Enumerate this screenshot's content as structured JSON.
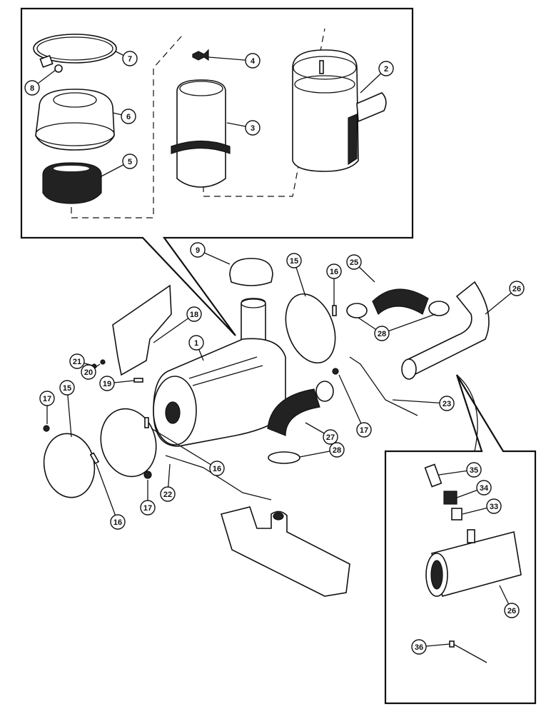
{
  "callouts": [
    {
      "label": "1"
    },
    {
      "label": "2"
    },
    {
      "label": "3"
    },
    {
      "label": "4"
    },
    {
      "label": "5"
    },
    {
      "label": "6"
    },
    {
      "label": "7"
    },
    {
      "label": "8"
    },
    {
      "label": "9"
    },
    {
      "label": "15"
    },
    {
      "label": "15"
    },
    {
      "label": "16"
    },
    {
      "label": "16"
    },
    {
      "label": "16"
    },
    {
      "label": "17"
    },
    {
      "label": "17"
    },
    {
      "label": "17"
    },
    {
      "label": "18"
    },
    {
      "label": "19"
    },
    {
      "label": "20"
    },
    {
      "label": "21"
    },
    {
      "label": "22"
    },
    {
      "label": "23"
    },
    {
      "label": "25"
    },
    {
      "label": "26"
    },
    {
      "label": "26"
    },
    {
      "label": "27"
    },
    {
      "label": "28"
    },
    {
      "label": "28"
    },
    {
      "label": "28"
    },
    {
      "label": "33"
    },
    {
      "label": "34"
    },
    {
      "label": "35"
    },
    {
      "label": "36"
    }
  ],
  "parts": [
    {
      "id": "air-cleaner-body",
      "icon": "air-cleaner-icon"
    },
    {
      "id": "precleaner-cup",
      "icon": "cup-icon"
    },
    {
      "id": "filter-element",
      "icon": "filter-icon"
    },
    {
      "id": "wing-nut",
      "icon": "wing-nut-icon"
    },
    {
      "id": "cap-cover",
      "icon": "cap-icon"
    },
    {
      "id": "dust-cup",
      "icon": "dust-cup-icon"
    },
    {
      "id": "band-clamp",
      "icon": "clamp-icon"
    },
    {
      "id": "rain-cap",
      "icon": "rain-cap-icon"
    },
    {
      "id": "mounting-band",
      "icon": "band-icon"
    },
    {
      "id": "hose-elbow",
      "icon": "hose-icon"
    },
    {
      "id": "outlet-tube",
      "icon": "tube-icon"
    },
    {
      "id": "intake-manifold",
      "icon": "manifold-icon"
    },
    {
      "id": "brace",
      "icon": "brace-icon"
    },
    {
      "id": "fitting",
      "icon": "fitting-icon"
    },
    {
      "id": "pin",
      "icon": "pin-icon"
    }
  ]
}
